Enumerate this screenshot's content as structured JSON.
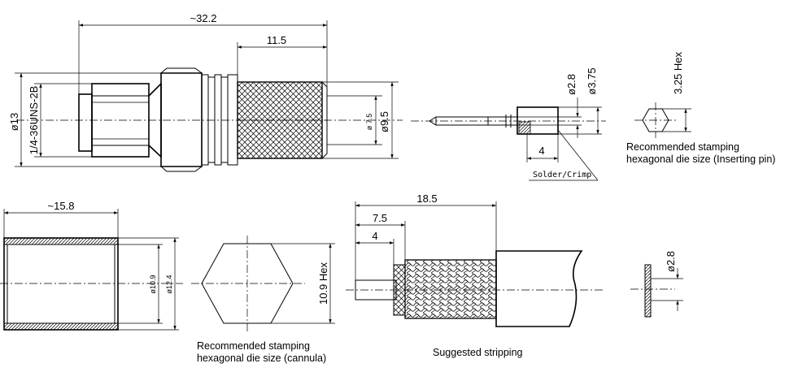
{
  "connector": {
    "overall_length": "~32.2",
    "knurl_length": "11.5",
    "diameter_13": "ø13",
    "thread": "1/4-36UNS-2B",
    "diameter_7_5": "ø 7.5",
    "diameter_9_5": "ø9.5"
  },
  "pin": {
    "diameter_2_8": "ø2.8",
    "diameter_3_75": "ø3.75",
    "length_4": "4",
    "solder_crimp": "Solder/Crimp",
    "hex": "3.25 Hex",
    "note_line1": "Recommended stamping",
    "note_line2": "hexagonal die size (Inserting pin)"
  },
  "cannula": {
    "length": "~15.8",
    "diameter_10_9": "ø10.9",
    "diameter_12_4": "ø12.4",
    "hex": "10.9 Hex",
    "note_line1": "Recommended stamping",
    "note_line2": "hexagonal die size (cannula)"
  },
  "stripping": {
    "length_18_5": "18.5",
    "length_7_5": "7.5",
    "length_4": "4",
    "note": "Suggested stripping"
  },
  "washer": {
    "diameter_2_8": "ø2.8"
  }
}
